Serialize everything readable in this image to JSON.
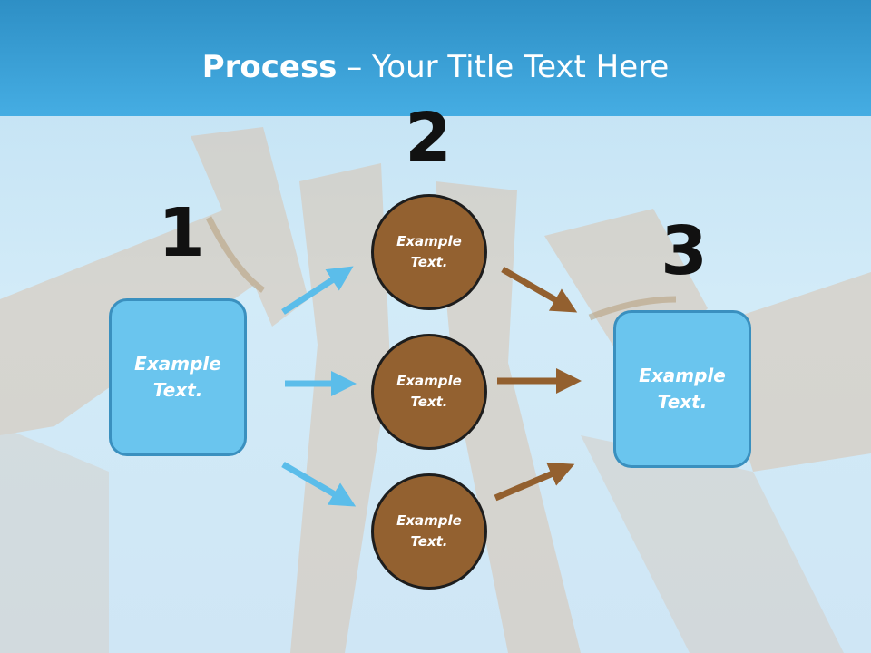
{
  "title": {
    "bold": "Process",
    "rest": " – Your Title Text Here"
  },
  "steps": {
    "one": "1",
    "two": "2",
    "three": "3"
  },
  "left_box": {
    "text": "Example Text."
  },
  "right_box": {
    "text": "Example Text."
  },
  "circles": [
    {
      "text": "Example Text."
    },
    {
      "text": "Example Text."
    },
    {
      "text": "Example Text."
    }
  ],
  "colors": {
    "title_band": "#3a9fd8",
    "box_fill": "#6ac5ee",
    "circle_fill": "#936130",
    "arrow_blue": "#5bbdea",
    "arrow_brown": "#93602f"
  }
}
